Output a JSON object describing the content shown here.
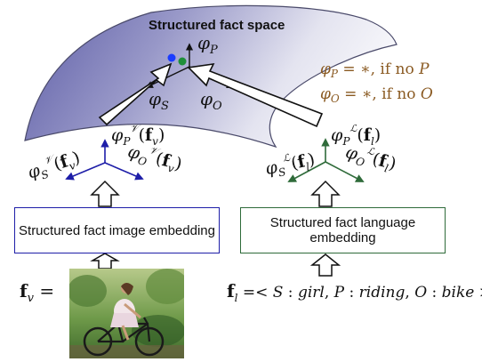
{
  "title": "Structured fact space",
  "surface_labels": {
    "phi_p": "φP",
    "phi_s": "φS",
    "phi_o": "φO"
  },
  "notes": {
    "line1_lhs": "φP = ∗,",
    "line1_rhs": "if no P",
    "line2_lhs": "φO = ∗,",
    "line2_rhs": "if no O"
  },
  "image_side": {
    "phi_p_label": "φP^V(fv)",
    "phi_s_label": "φS^V(fv)",
    "phi_o_label": "φO^V(fv)",
    "box_label": "Structured fact image embedding",
    "input_label": "fv ="
  },
  "language_side": {
    "phi_p_label": "φP^L(fl)",
    "phi_s_label": "φS^L(fl)",
    "phi_o_label": "φO^L(fl)",
    "box_label": "Structured fact language embedding",
    "input_label": "fl =< S : girl, P : riding, O : bike >"
  },
  "colors": {
    "surface_light": "#eeeef6",
    "surface_dark": "#6a6aae",
    "image_axes": "#1e1ea8",
    "language_axes": "#2f6b3a",
    "notes": "#8a5a22",
    "dot_blue": "#1a3cff",
    "dot_green": "#1f8f3a"
  }
}
